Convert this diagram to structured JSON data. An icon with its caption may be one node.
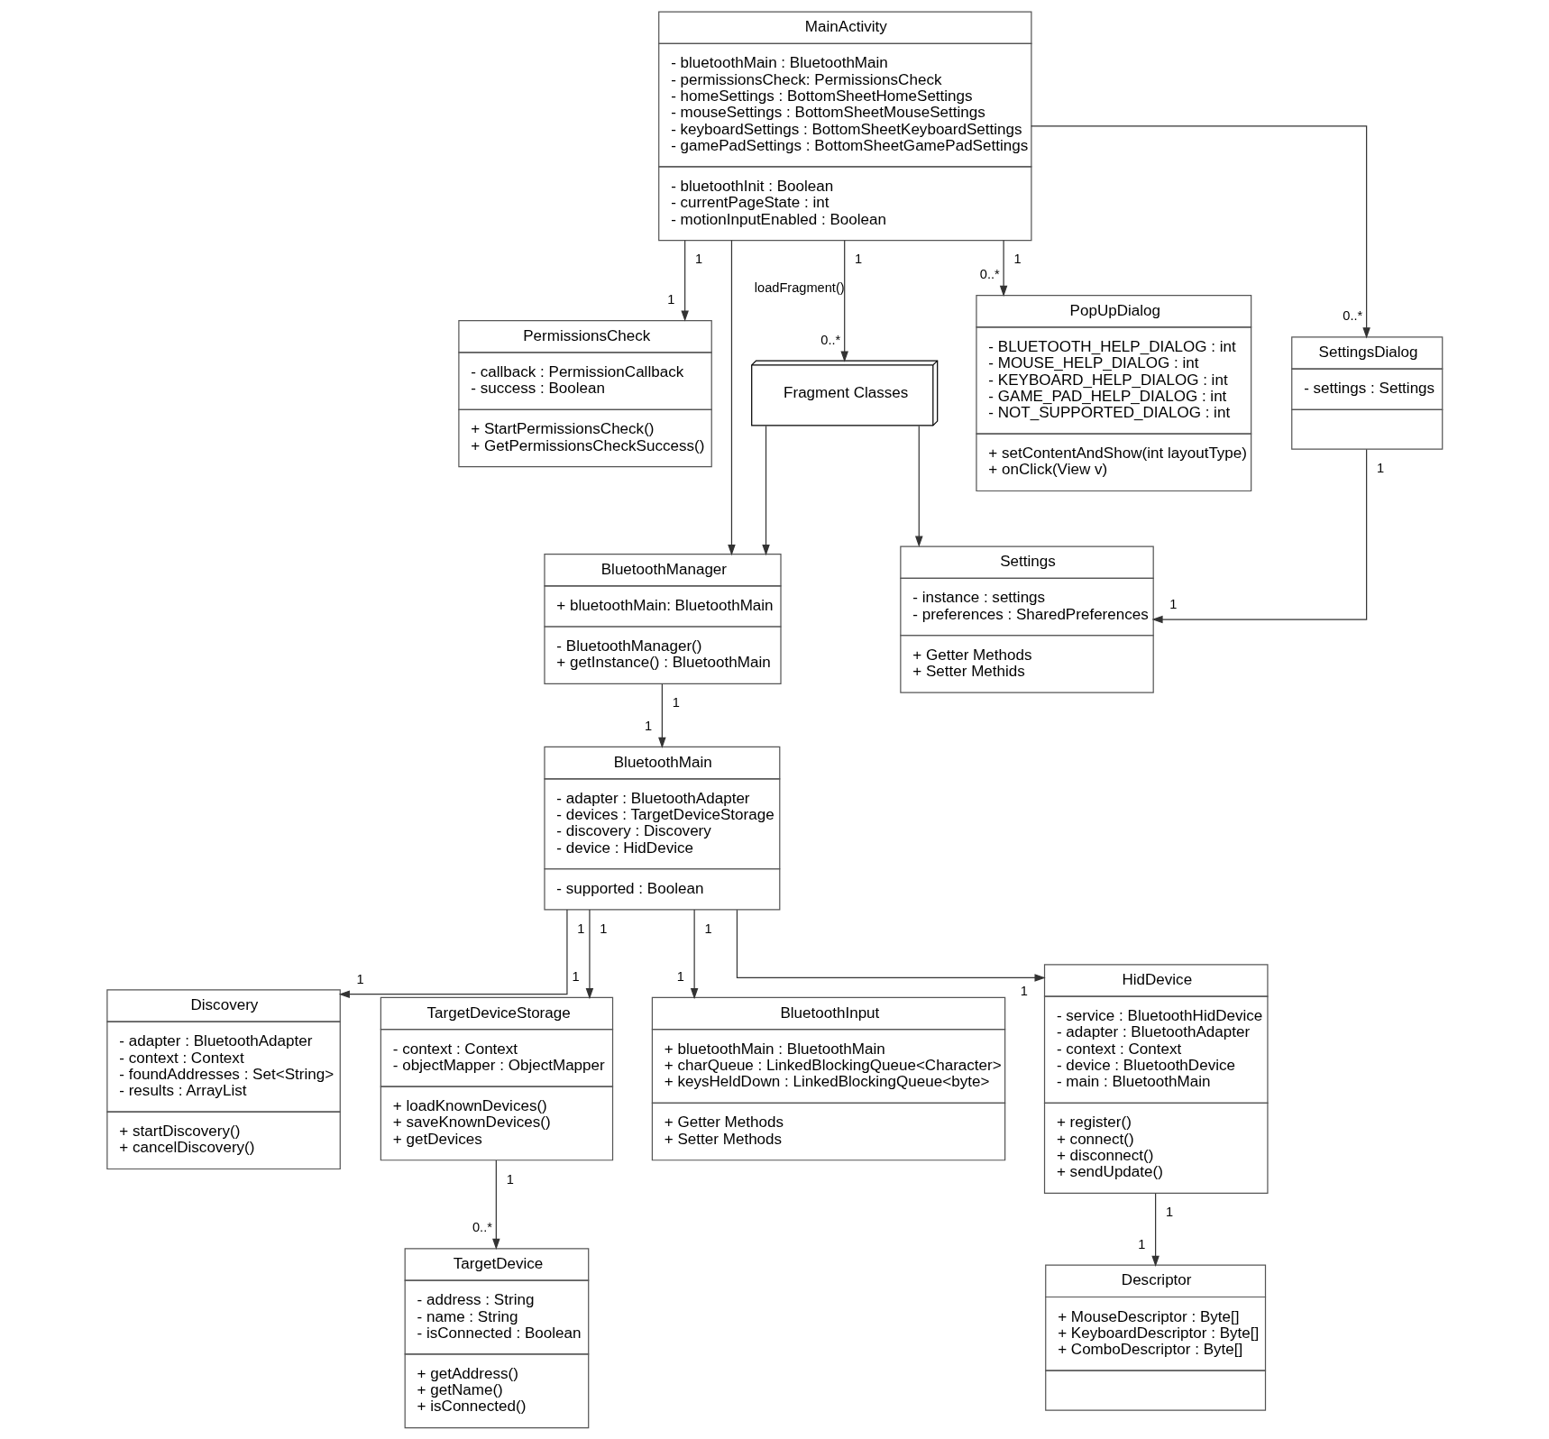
{
  "diagram": {
    "nodes": [
      {
        "text": [
          "Fragment Classes"
        ]
      },
      {
        "text": [
          "Discovery",
          "- adapter : BluetoothAdapter",
          "- context : Context",
          "- foundAddresses : Set<String>",
          "- results : ArrayList",
          "+ startDiscovery()",
          "+ cancelDiscovery()"
        ]
      },
      {
        "text": [
          "PermissionsCheck",
          "- callback : PermissionCallback",
          "- success : Boolean",
          "+ StartPermissionsCheck()",
          "+ GetPermissionsCheckSuccess()"
        ]
      },
      {
        "text": [
          "MainActivity",
          "- bluetoothMain : BluetoothMain",
          "- permissionsCheck: PermissionsCheck",
          "- homeSettings : BottomSheetHomeSettings",
          "- mouseSettings : BottomSheetMouseSettings",
          "- keyboardSettings : BottomSheetKeyboardSettings",
          "- gamePadSettings : BottomSheetGamePadSettings",
          "- bluetoothInit : Boolean",
          "- currentPageState : int",
          "- motionInputEnabled : Boolean"
        ]
      },
      {
        "text": [
          "BluetoothManager",
          "+ bluetoothMain: BluetoothMain",
          "- BluetoothManager()",
          "+ getInstance() : BluetoothMain"
        ]
      },
      {
        "text": [
          "BluetoothMain",
          "- adapter : BluetoothAdapter",
          "- devices : TargetDeviceStorage",
          "- discovery : Discovery",
          "- device : HidDevice",
          "- supported : Boolean"
        ]
      },
      {
        "text": [
          "TargetDeviceStorage",
          "- context : Context",
          "- objectMapper : ObjectMapper",
          "+ loadKnownDevices()",
          "+ saveKnownDevices()",
          "+ getDevices"
        ]
      },
      {
        "text": [
          "BluetoothInput",
          "+ bluetoothMain : BluetoothMain",
          "+ charQueue : LinkedBlockingQueue<Character>",
          "+ keysHeldDown : LinkedBlockingQueue<byte>",
          "+ Getter Methods",
          "+ Setter Methods"
        ]
      },
      {
        "text": [
          "HidDevice",
          "- service : BluetoothHidDevice",
          "- adapter : BluetoothAdapter",
          "- context : Context",
          "- device : BluetoothDevice",
          "- main : BluetoothMain",
          "+ register()",
          "+ connect()",
          "+ disconnect()",
          "+ sendUpdate()"
        ]
      },
      {
        "text": [
          "TargetDevice",
          "- address : String",
          "- name : String",
          "- isConnected : Boolean",
          "+ getAddress()",
          "+ getName()",
          "+ isConnected()"
        ]
      },
      {
        "text": [
          "PopUpDialog",
          "- BLUETOOTH_HELP_DIALOG : int",
          "- MOUSE_HELP_DIALOG : int",
          "- KEYBOARD_HELP_DIALOG : int",
          "- GAME_PAD_HELP_DIALOG : int",
          "- NOT_SUPPORTED_DIALOG : int",
          "+ setContentAndShow(int layoutType)",
          "+ onClick(View v)"
        ]
      },
      {
        "text": [
          "SettingsDialog",
          "- settings : Settings"
        ]
      },
      {
        "text": [
          "Descriptor",
          "+ MouseDescriptor : Byte[]",
          "+ KeyboardDescriptor : Byte[]",
          "+ ComboDescriptor : Byte[]"
        ]
      },
      {
        "text": [
          "Settings",
          "- instance : settings",
          "- preferences : SharedPreferences",
          "+ Getter Methods",
          "+ Setter Methids"
        ]
      }
    ],
    "edges": [
      {
        "from": 3,
        "to": 0,
        "arrow": "to",
        "label": "loadFragment()"
      },
      {
        "from": 3,
        "to": 11,
        "arrow": "to"
      },
      {
        "from": 0,
        "to": 13,
        "arrow": "to"
      },
      {
        "from": 0,
        "to": 4,
        "arrow": "to"
      },
      {
        "from": 3,
        "to": 4,
        "arrow": "to"
      },
      {
        "from": 3,
        "to": 2,
        "arrow": "to"
      },
      {
        "from": 3,
        "to": 10,
        "arrow": "to"
      },
      {
        "from": 11,
        "to": 13,
        "arrow": "to"
      },
      {
        "from": 4,
        "to": 5,
        "arrow": "to"
      },
      {
        "from": 5,
        "to": 1,
        "arrow": "to"
      },
      {
        "from": 5,
        "to": 6,
        "arrow": "to"
      },
      {
        "from": 5,
        "to": 7,
        "arrow": "to"
      },
      {
        "from": 5,
        "to": 8,
        "arrow": "to"
      },
      {
        "from": 8,
        "to": 12,
        "arrow": "to"
      },
      {
        "from": 6,
        "to": 9,
        "arrow": "to"
      }
    ],
    "labels": [
      "0..*",
      "1",
      "1",
      "1",
      "1",
      "1",
      "1",
      "1",
      "1",
      "1",
      "1",
      "1",
      "1",
      "1",
      "1",
      "0..*",
      "0..*",
      "1",
      "1",
      "0..*",
      "1",
      "1"
    ]
  }
}
